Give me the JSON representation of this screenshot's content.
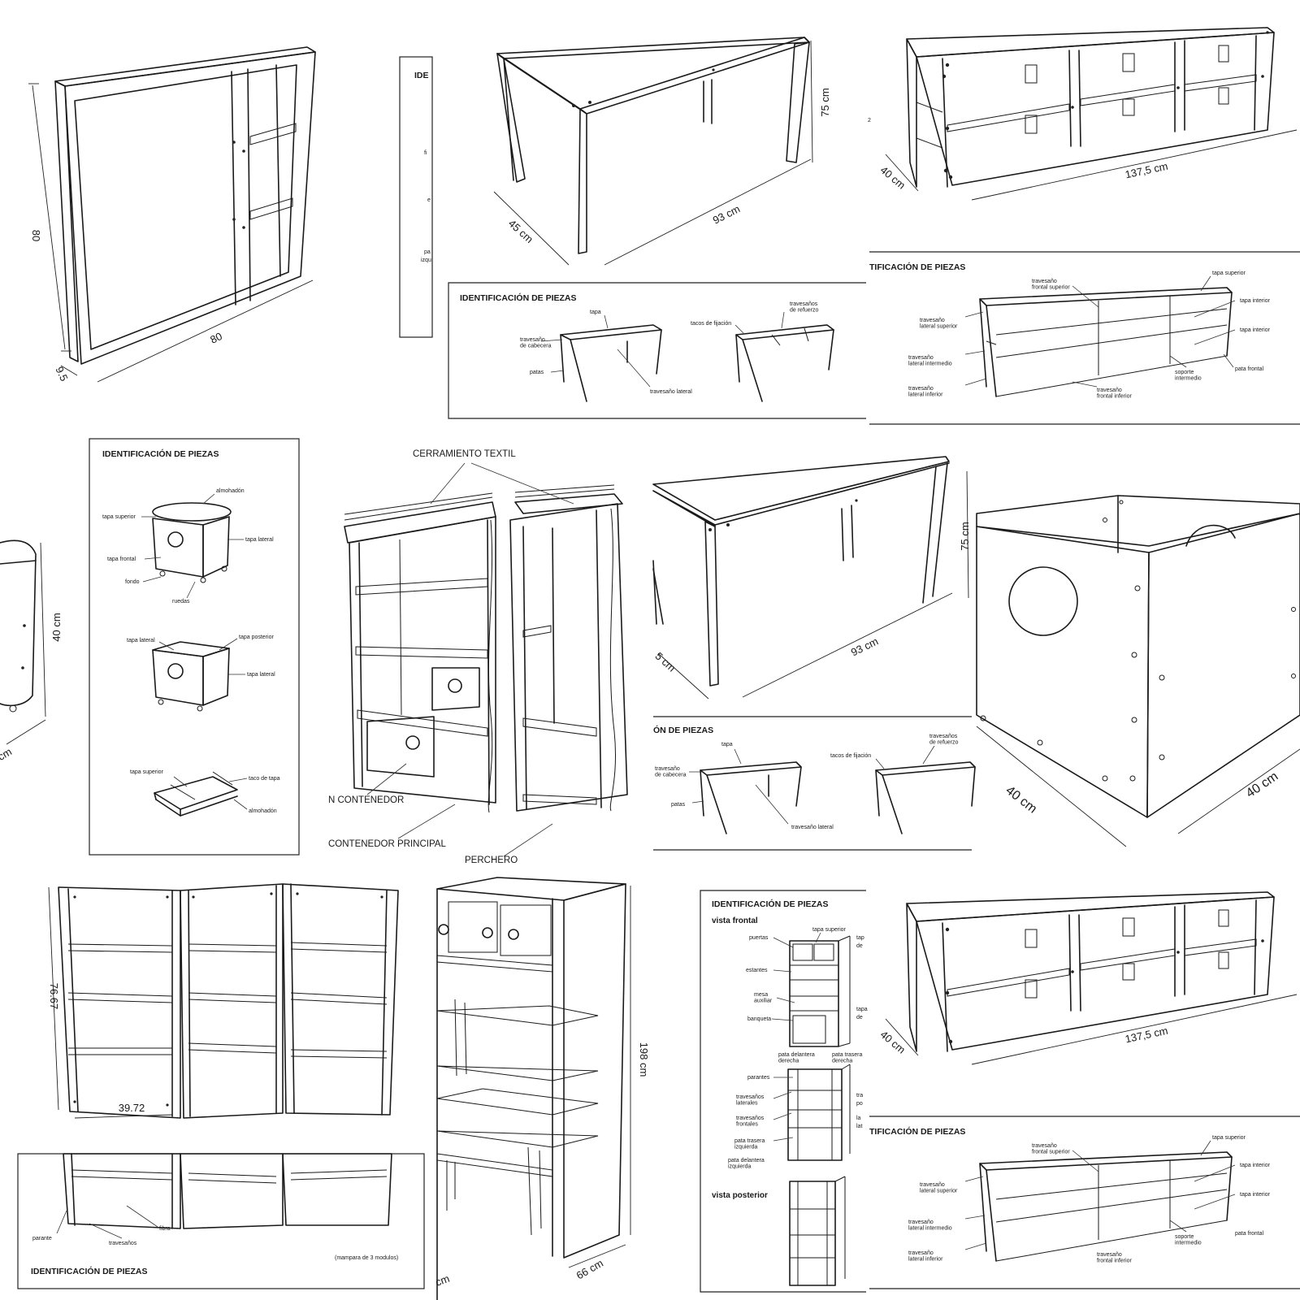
{
  "panel_title": "IDENTIFICACIÓN DE PIEZAS",
  "panel_title_cut_a": "TIFICACIÓN DE PIEZAS",
  "panel_title_cut_b": "ÓN DE PIEZAS",
  "panel_title_cut_c": "IDE",
  "frame": {
    "height": "80",
    "width": "80",
    "depth": "9.5"
  },
  "desk": {
    "height": "75 cm",
    "width": "93 cm",
    "depth": "45 cm",
    "depth_cut": "5 cm",
    "labels": {
      "top": "tapa",
      "end_rail": "travesaño\nde cabecera",
      "legs": "patas",
      "side_rail": "travesaño lateral",
      "fixing_blocks": "tacos de fijación",
      "braces": "travesaños\nde refuerzo"
    }
  },
  "shelf": {
    "width": "137,5 cm",
    "depth": "40 cm",
    "labels": {
      "front_upper_rail": "travesaño\nfrontal  superior",
      "top": "tapa superior",
      "side_upper": "travesaño\nlateral superior",
      "inner_top_1": "tapa interior",
      "inner_top_2": "tapa interior",
      "side_middle": "travesaño\nlateral intermedio",
      "side_lower": "travesaño\nlateral inferior",
      "front_lower": "travesaño\nfrontal inferior",
      "mid_support": "soporte\nintermedio",
      "front_leg": "pata frontal"
    }
  },
  "box": {
    "height": "40 cm",
    "width_a": "40 cm",
    "width_b": "40 cm",
    "cut_cm": "cm",
    "labels": {
      "cushion": "almohadón",
      "top": "tapa superior",
      "side": "tapa lateral",
      "front": "tapa frontal",
      "bottom": "fondo",
      "wheels": "ruedas",
      "side2": "tapa lateral",
      "back": "tapa posterior",
      "side3": "tapa lateral",
      "top2": "tapa superior",
      "lid_block": "taco de tapa",
      "cushion2": "almohadón"
    }
  },
  "wardrobe": {
    "textile": "CERRAMIENTO TEXTIL",
    "container": "N CONTENEDOR",
    "main": "CONTENEDOR PRINCIPAL",
    "hanger": "PERCHERO"
  },
  "screen": {
    "height": "76.67",
    "width": "39.72",
    "labels": {
      "post": "parante",
      "rails": "travesaños",
      "fiber": "fibra",
      "note": "(mampara de 3 modulos)"
    }
  },
  "cabinet": {
    "height": "198 cm",
    "depth": "66 cm",
    "cut_cm": "cm"
  },
  "unit": {
    "front_view": "vista frontal",
    "back_view": "vista posterior",
    "labels": {
      "doors": "puertas",
      "top": "tapa superior",
      "shelves": "estantes",
      "aux": "mesa\nauxiliar",
      "bench": "banqueta",
      "front_right": "pata delantera\nderecha",
      "rear_right": "pata trasera\nderecha",
      "posts": "parantes",
      "side_rails": "travesaños\nlaterales",
      "front_rails": "travesaños\nfrontales",
      "rear_left": "pata trasera\nizquierda",
      "front_left": "pata delantera\nizquierda",
      "cut_tap": "tap",
      "cut_de": "de",
      "cut_tra": "tra",
      "cut_po": "po",
      "cut_la": "la",
      "cut_lat": "lat",
      "cut_tapa2": "tapa",
      "cut_de2": "de"
    }
  },
  "cut_fragments": {
    "fi": "fi",
    "e": "e",
    "pa": "pa",
    "izq": "izqu",
    "small": "2"
  }
}
